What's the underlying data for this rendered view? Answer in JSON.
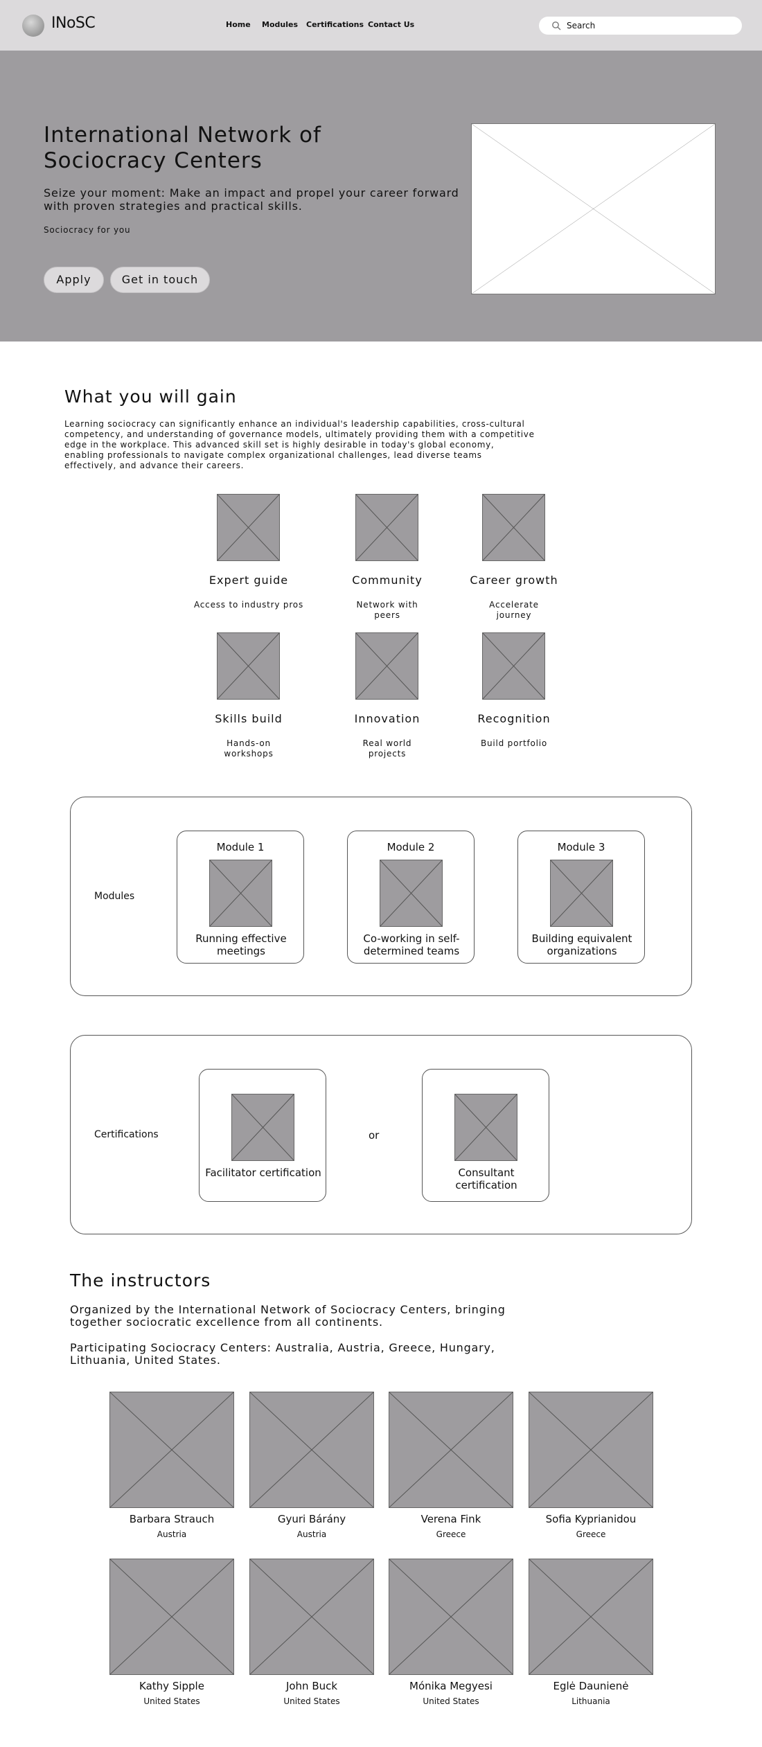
{
  "header": {
    "logo_text": "INoSC",
    "nav": [
      "Home",
      "Modules",
      "Certifications",
      "Contact Us"
    ],
    "search_placeholder": "Search"
  },
  "hero": {
    "title": "International Network of Sociocracy Centers",
    "subtitle": "Seize your moment: Make an impact and propel your career forward with proven strategies and practical skills.",
    "tagline": "Sociocracy for you",
    "buttons": {
      "apply": "Apply",
      "contact": "Get in touch"
    }
  },
  "gain": {
    "title": "What you will gain",
    "description": "Learning sociocracy can significantly enhance an individual's leadership capabilities, cross-cultural competency, and understanding of governance models, ultimately providing them with a competitive edge in the workplace. This advanced skill set is highly desirable in today's global economy, enabling professionals to navigate complex organizational challenges, lead diverse teams effectively, and advance their careers.",
    "features": [
      {
        "title": "Expert guide",
        "desc": "Access to industry pros"
      },
      {
        "title": "Community",
        "desc": "Network with peers"
      },
      {
        "title": "Career growth",
        "desc": "Accelerate journey"
      },
      {
        "title": "Skills build",
        "desc": "Hands-on workshops"
      },
      {
        "title": "Innovation",
        "desc": "Real world projects"
      },
      {
        "title": "Recognition",
        "desc": "Build portfolio"
      }
    ]
  },
  "modules": {
    "label": "Modules",
    "items": [
      {
        "title": "Module 1",
        "caption": "Running effective meetings"
      },
      {
        "title": "Module 2",
        "caption": "Co-working in self-determined teams"
      },
      {
        "title": "Module 3",
        "caption": "Building equivalent organizations"
      }
    ]
  },
  "certifications": {
    "label": "Certifications",
    "or": "or",
    "items": [
      {
        "caption": "Facilitator certification"
      },
      {
        "caption": "Consultant certification"
      }
    ]
  },
  "instructors": {
    "title": "The instructors",
    "p1": "Organized by the International Network of Sociocracy Centers, bringing together sociocratic excellence from all continents.",
    "p2": "Participating Sociocracy Centers: Australia, Austria, Greece, Hungary, Lithuania, United States.",
    "people": [
      {
        "name": "Barbara Strauch",
        "country": "Austria"
      },
      {
        "name": "Gyuri Bárány",
        "country": "Austria"
      },
      {
        "name": "Verena Fink",
        "country": "Greece"
      },
      {
        "name": "Sofia Kyprianidou",
        "country": "Greece"
      },
      {
        "name": "Kathy Sipple",
        "country": "United States"
      },
      {
        "name": "John Buck",
        "country": "United States"
      },
      {
        "name": "Mónika Megyesi",
        "country": "United States"
      },
      {
        "name": "Eglė Daunienė",
        "country": "Lithuania"
      }
    ]
  }
}
